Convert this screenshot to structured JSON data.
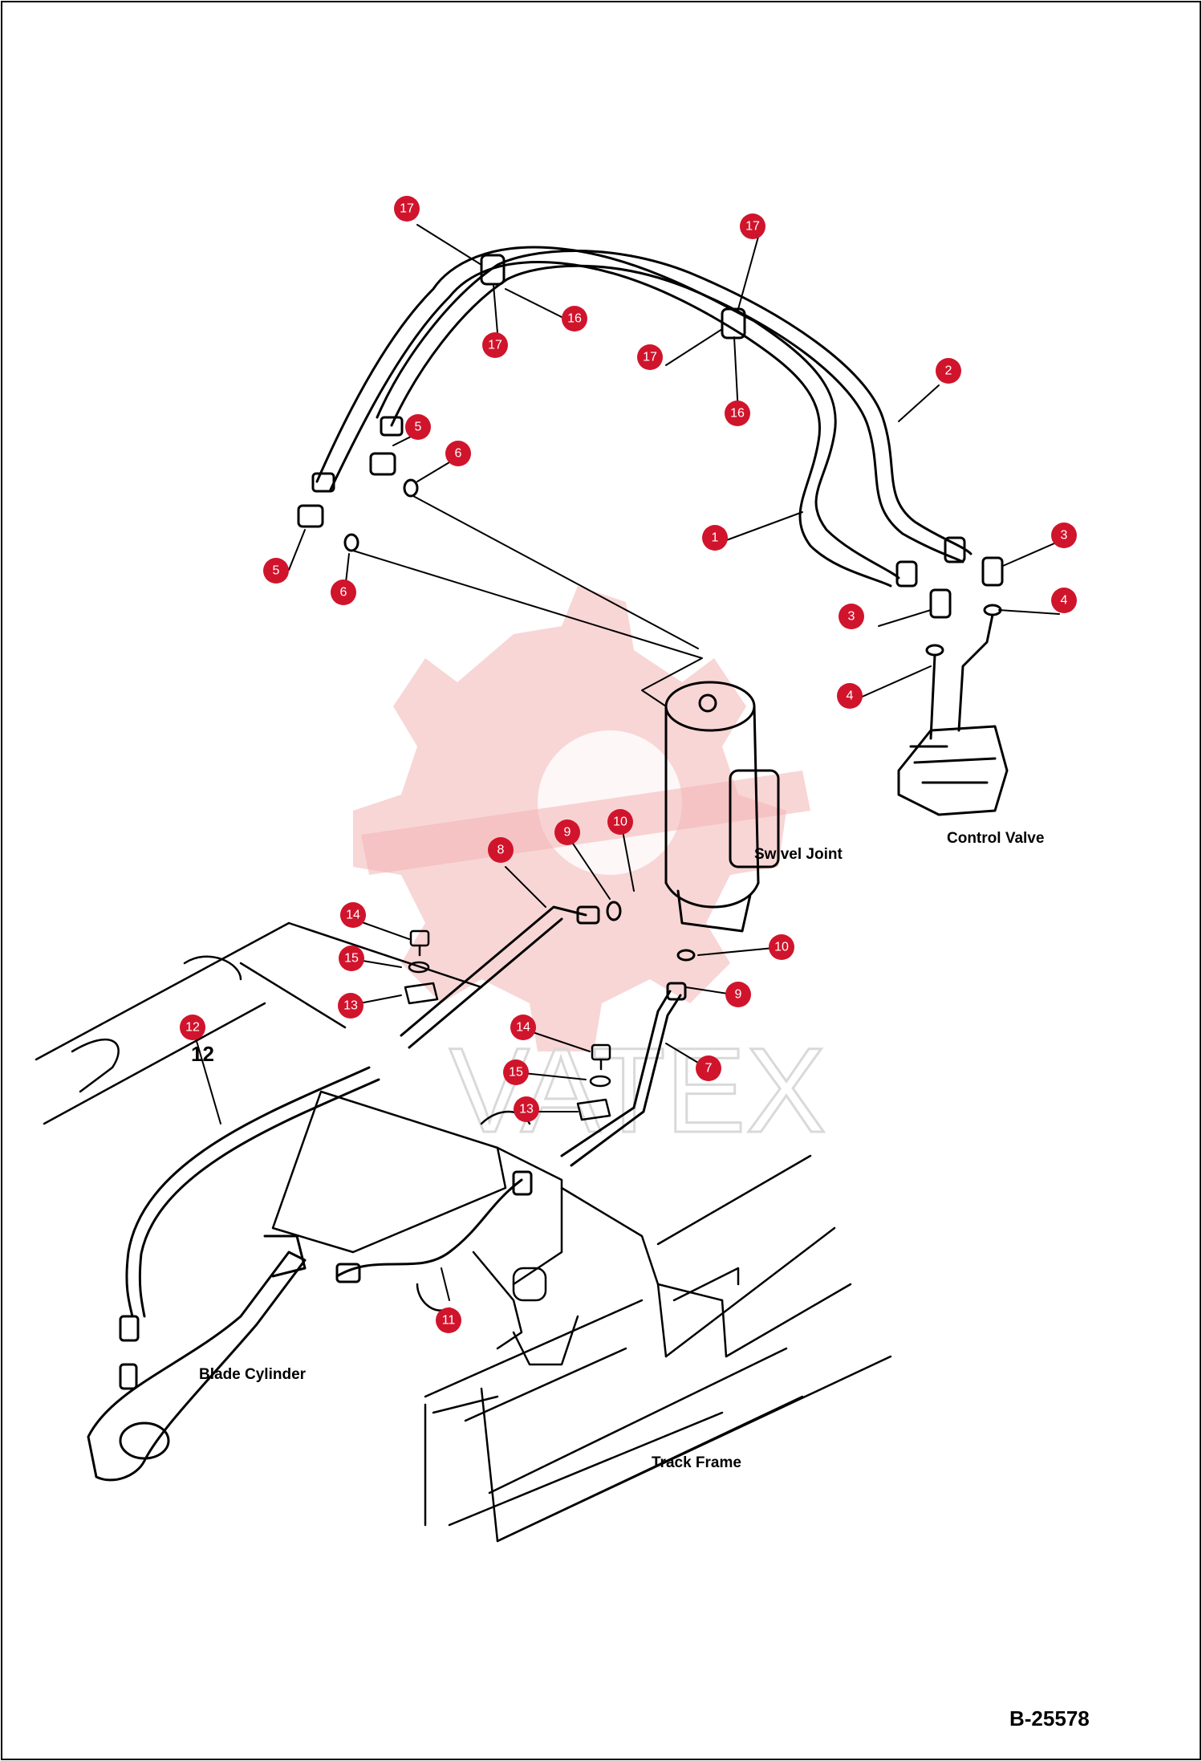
{
  "labels": {
    "swivel_joint": "Swivel Joint",
    "control_valve": "Control Valve",
    "blade_cylinder": "Blade Cylinder",
    "track_frame": "Track Frame",
    "part_12_printed": "12",
    "watermark": "VATEX"
  },
  "drawing_number": "B-25578",
  "callouts": [
    "17",
    "17",
    "17",
    "17",
    "16",
    "16",
    "2",
    "1",
    "5",
    "6",
    "5",
    "6",
    "3",
    "4",
    "3",
    "4",
    "8",
    "9",
    "10",
    "10",
    "9",
    "7",
    "14",
    "15",
    "13",
    "14",
    "15",
    "13",
    "12",
    "11"
  ]
}
